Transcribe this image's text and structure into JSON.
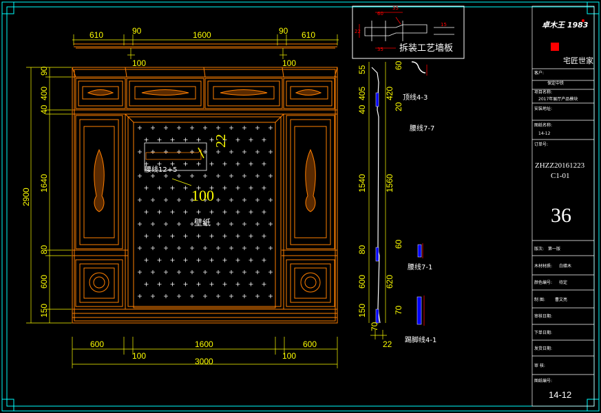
{
  "drawing": {
    "top_dims": [
      "610",
      "90",
      "1600",
      "90",
      "610"
    ],
    "top_sub_dims": [
      "100",
      "100"
    ],
    "left_dims": [
      "90",
      "400",
      "40",
      "1640",
      "80",
      "600",
      "150"
    ],
    "left_total": "2900",
    "bottom_dims": [
      "600",
      "1600",
      "600"
    ],
    "bottom_sub_dims": [
      "100",
      "100"
    ],
    "bottom_total": "3000",
    "center_labels": {
      "trim": "腰线12+5",
      "dim_22": "22",
      "dim_100": "100",
      "wallpaper": "壁纸"
    }
  },
  "section": {
    "left_dims": [
      "55",
      "405",
      "40",
      "1540",
      "80",
      "600",
      "150"
    ],
    "right_dims": [
      "60",
      "420",
      "20",
      "1560",
      "60",
      "620",
      "70"
    ],
    "bottom_dims": [
      "70",
      "22"
    ],
    "labels": [
      "顶线4-3",
      "腰线7-7",
      "腰线7-1",
      "踢脚线4-1"
    ]
  },
  "inset": {
    "title": "拆装工艺墙板",
    "dims": [
      "60",
      "35",
      "35",
      "22",
      "15"
    ]
  },
  "title_block": {
    "brand": "卓木王 1983",
    "brand_sub": "宅匠世家",
    "rows": [
      {
        "label": "客户:",
        "value": "保定中铁"
      },
      {
        "label": "项目名称:",
        "value": "2017年展厅产品模块"
      },
      {
        "label": "安装地址:",
        "value": ""
      },
      {
        "label": "图纸名称:",
        "value": "14-12"
      },
      {
        "label": "订单号:",
        "value": ""
      }
    ],
    "order_no": "ZHZZ20161223",
    "order_sub": "C1-01",
    "sheet_big": "36",
    "rows2": [
      {
        "label": "版次:",
        "value": "第一版"
      },
      {
        "label": "木材材质:",
        "value": "白蜡木"
      },
      {
        "label": "颜色编号:",
        "value": "待定"
      },
      {
        "label": "制 图:",
        "value": "曹文亮"
      },
      {
        "label": "审核日期:",
        "value": ""
      },
      {
        "label": "下单日期:",
        "value": ""
      },
      {
        "label": "发货日期:",
        "value": ""
      },
      {
        "label": "审 核:",
        "value": ""
      }
    ],
    "drawing_no_label": "图纸编号:",
    "drawing_no": "14-12"
  },
  "colors": {
    "orange": "#ff7f00",
    "yellow": "#ffff00",
    "white": "#ffffff",
    "cyan": "#00ffff",
    "blue": "#0000ff",
    "red": "#ff0000",
    "background": "#000000"
  }
}
